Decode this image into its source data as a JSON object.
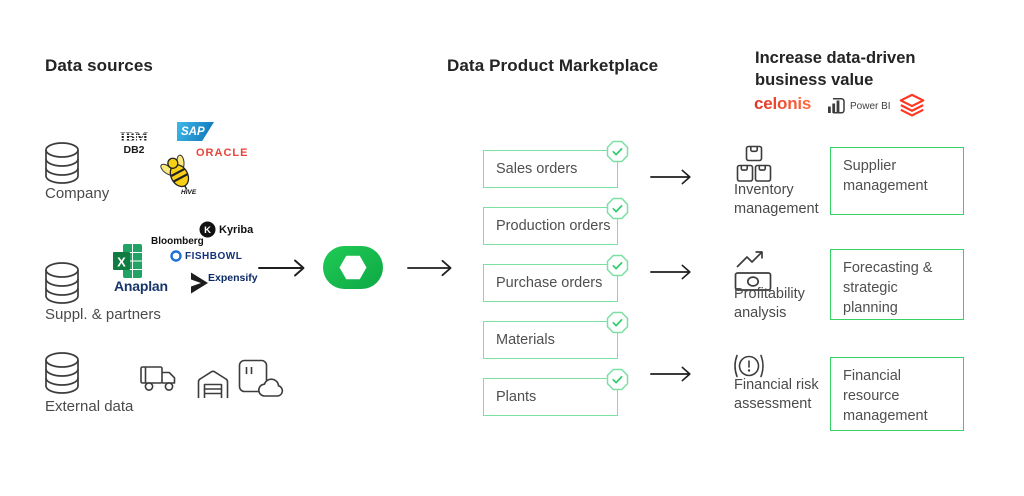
{
  "colors": {
    "background": "#ffffff",
    "text_dark": "#242424",
    "text_gray": "#4a4a4a",
    "green_border_light": "#7de0a3",
    "green_border_strong": "#36d167",
    "green_check": "#2fcd6e",
    "pill_green_light": "#1fcb55",
    "pill_green_dark": "#0fa845",
    "celonis_red": "#e8432c",
    "databricks_red": "#ff3621",
    "sap_blue": "#0a70b6",
    "oracle_red": "#e8443a",
    "excel_green": "#107c41",
    "logo_navy": "#17356b",
    "arrow_black": "#1f1f1f"
  },
  "left": {
    "title": "Data sources",
    "groups": [
      {
        "label": "Company"
      },
      {
        "label": "Suppl. & partners"
      },
      {
        "label": "External data"
      }
    ],
    "logo_text": {
      "ibm": "IBM",
      "db2": "DB2",
      "sap": "SAP",
      "oracle": "ORACLE",
      "hive": "HIVE",
      "excel_x": "X",
      "bloomberg": "Bloomberg",
      "kyriba": "Kyriba",
      "kyriba_k": "K",
      "fishbowl": "FISHBOWL",
      "anaplan": "Anaplan",
      "expensify": "Expensify"
    },
    "external_icons": [
      "truck",
      "warehouse",
      "document-cloud"
    ]
  },
  "center": {
    "logo": "celonis-pill-hexagon"
  },
  "marketplace": {
    "title": "Data Product Marketplace",
    "items": [
      {
        "label": "Sales orders",
        "checked": true
      },
      {
        "label": "Production orders",
        "checked": true
      },
      {
        "label": "Purchase orders",
        "checked": true
      },
      {
        "label": "Materials",
        "checked": true
      },
      {
        "label": "Plants",
        "checked": true
      }
    ]
  },
  "right": {
    "title_line1": "Increase data-driven",
    "title_line2": "business value",
    "logos": {
      "celonis": "celonis",
      "powerbi": "Power BI",
      "databricks": "databricks-icon"
    },
    "rows": [
      {
        "icon": "inventory-boxes",
        "label": "Inventory management",
        "box": "Supplier management"
      },
      {
        "icon": "profitability-chart",
        "label": "Profitability analysis",
        "box": "Forecasting & strategic planning"
      },
      {
        "icon": "risk-alert",
        "label": "Financial risk assessment",
        "box": "Financial resource management"
      }
    ]
  }
}
